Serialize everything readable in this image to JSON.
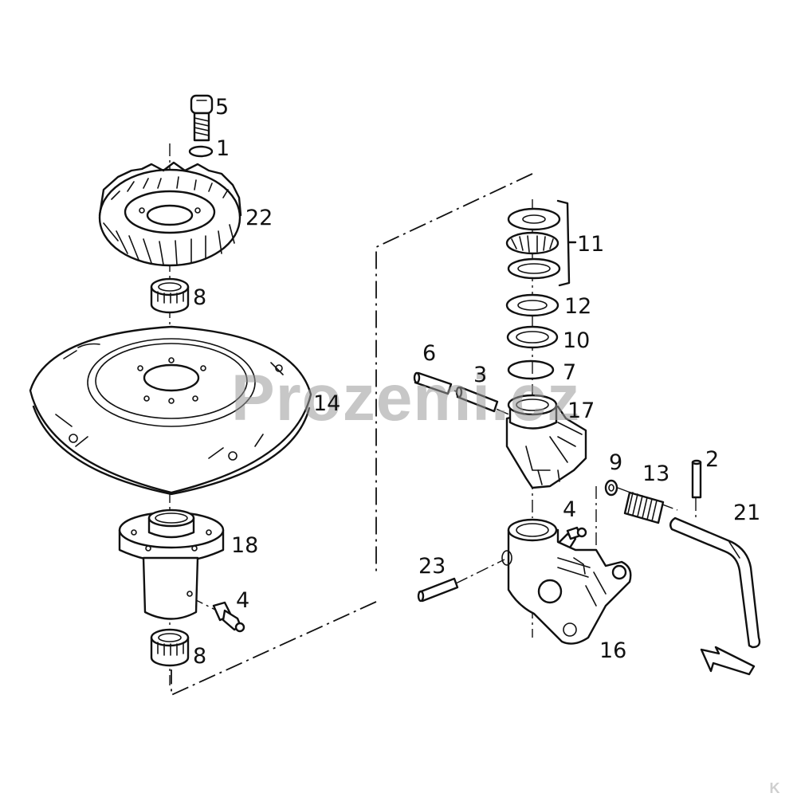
{
  "watermark": "Prozemi.cz",
  "corner_logo": "K",
  "callouts": [
    {
      "id": "part-5",
      "text": "5"
    },
    {
      "id": "part-1",
      "text": "1"
    },
    {
      "id": "part-22",
      "text": "22"
    },
    {
      "id": "part-8a",
      "text": "8"
    },
    {
      "id": "part-14",
      "text": "14"
    },
    {
      "id": "part-18",
      "text": "18"
    },
    {
      "id": "part-4a",
      "text": "4"
    },
    {
      "id": "part-8b",
      "text": "8"
    },
    {
      "id": "part-11",
      "text": "11"
    },
    {
      "id": "part-12",
      "text": "12"
    },
    {
      "id": "part-10",
      "text": "10"
    },
    {
      "id": "part-7",
      "text": "7"
    },
    {
      "id": "part-17",
      "text": "17"
    },
    {
      "id": "part-6",
      "text": "6"
    },
    {
      "id": "part-3",
      "text": "3"
    },
    {
      "id": "part-9",
      "text": "9"
    },
    {
      "id": "part-13",
      "text": "13"
    },
    {
      "id": "part-2",
      "text": "2"
    },
    {
      "id": "part-21",
      "text": "21"
    },
    {
      "id": "part-4b",
      "text": "4"
    },
    {
      "id": "part-23",
      "text": "23"
    },
    {
      "id": "part-16",
      "text": "16"
    }
  ]
}
